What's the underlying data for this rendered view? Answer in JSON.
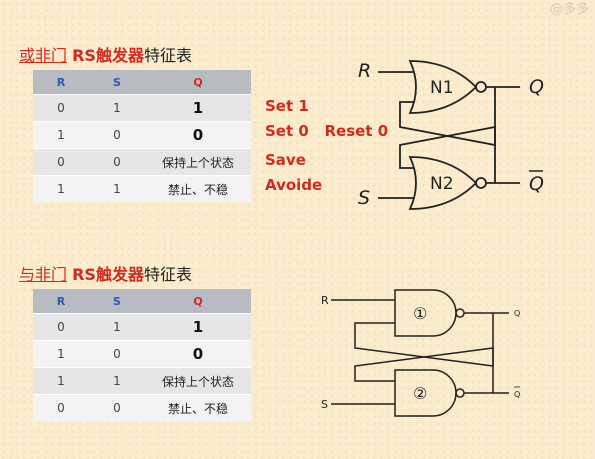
{
  "watermark": "@多多",
  "nor_section": {
    "title_underlined": "或非门",
    "title_rs": "RS触发器",
    "title_rest": "特征表",
    "headers": [
      "R",
      "S",
      "Q"
    ],
    "rows": [
      {
        "r": "0",
        "s": "1",
        "q": "1"
      },
      {
        "r": "1",
        "s": "0",
        "q": "0"
      },
      {
        "r": "0",
        "s": "0",
        "q": "保持上个状态"
      },
      {
        "r": "1",
        "s": "1",
        "q": "禁止、不稳"
      }
    ],
    "notes": [
      "Set 1",
      "Set 0   Reset 0",
      "Save",
      "Avoide"
    ],
    "circuit": {
      "input_r": "R",
      "input_s": "S",
      "gate1": "N1",
      "gate2": "N2",
      "out_q": "Q",
      "out_qbar": "Q"
    }
  },
  "nand_section": {
    "title_underlined": "与非门",
    "title_rs": "RS触发器",
    "title_rest": "特征表",
    "headers": [
      "R",
      "S",
      "Q"
    ],
    "rows": [
      {
        "r": "0",
        "s": "1",
        "q": "1"
      },
      {
        "r": "1",
        "s": "0",
        "q": "0"
      },
      {
        "r": "1",
        "s": "1",
        "q": "保持上个状态"
      },
      {
        "r": "0",
        "s": "0",
        "q": "禁止、不稳"
      }
    ],
    "circuit": {
      "input_r": "R",
      "input_s": "S",
      "gate1": "①",
      "gate2": "②",
      "out_q": "Q",
      "out_qbar": "Q"
    }
  }
}
